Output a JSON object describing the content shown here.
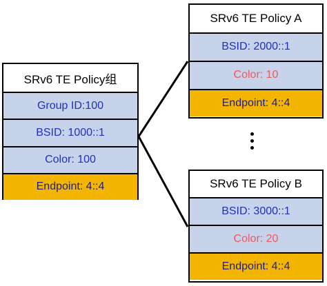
{
  "group": {
    "title": "SRv6 TE Policy组",
    "rows": [
      "Group ID:100",
      "BSID: 1000::1",
      "Color: 100",
      "Endpoint: 4::4"
    ]
  },
  "policy_a": {
    "title": "SRv6 TE Policy A",
    "bsid": "BSID: 2000::1",
    "color": "Color: 10",
    "endpoint": "Endpoint: 4::4"
  },
  "policy_b": {
    "title": "SRv6 TE Policy B",
    "bsid": "BSID: 3000::1",
    "color": "Color: 20",
    "endpoint": "Endpoint: 4::4"
  },
  "colors": {
    "row_fill": "#c6d3ea",
    "endpoint_fill": "#f4b500",
    "label_blue": "#1f2fbf",
    "color_red": "#ef5a5a"
  }
}
